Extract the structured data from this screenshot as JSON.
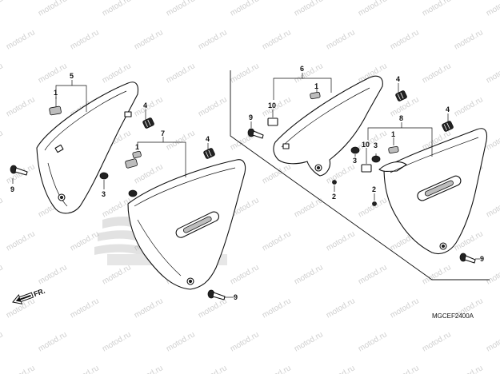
{
  "watermark": {
    "text": "motod.ru",
    "color": "#cfcfcf"
  },
  "diagram": {
    "code": "MGCEF2400A",
    "front_arrow_label": "FR.",
    "callouts": [
      {
        "id": "c1",
        "label": "5"
      },
      {
        "id": "c2",
        "label": "1"
      },
      {
        "id": "c3",
        "label": "4"
      },
      {
        "id": "c4",
        "label": "9"
      },
      {
        "id": "c5",
        "label": "7"
      },
      {
        "id": "c6",
        "label": "1"
      },
      {
        "id": "c7",
        "label": "3"
      },
      {
        "id": "c8",
        "label": "4"
      },
      {
        "id": "c9",
        "label": "9"
      },
      {
        "id": "c10",
        "label": "6"
      },
      {
        "id": "c11",
        "label": "1"
      },
      {
        "id": "c12",
        "label": "10"
      },
      {
        "id": "c13",
        "label": "9"
      },
      {
        "id": "c14",
        "label": "4"
      },
      {
        "id": "c15",
        "label": "4"
      },
      {
        "id": "c16",
        "label": "8"
      },
      {
        "id": "c17",
        "label": "1"
      },
      {
        "id": "c18",
        "label": "3"
      },
      {
        "id": "c19",
        "label": "10"
      },
      {
        "id": "c20",
        "label": "3"
      },
      {
        "id": "c21",
        "label": "2"
      },
      {
        "id": "c22",
        "label": "2"
      },
      {
        "id": "c23",
        "label": "9"
      }
    ]
  }
}
